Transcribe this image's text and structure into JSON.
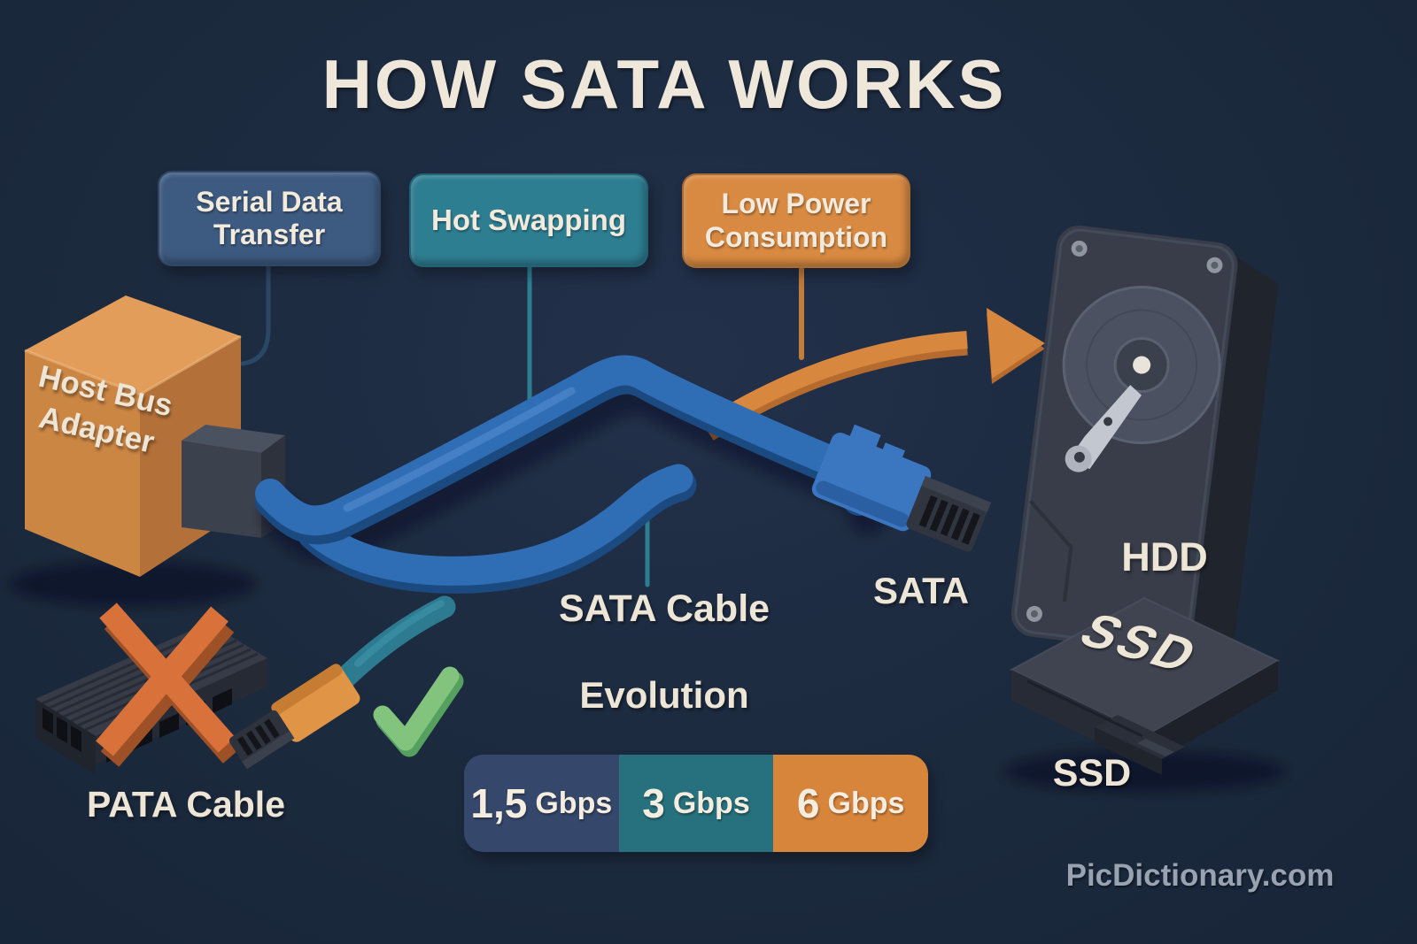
{
  "title": "HOW SATA WORKS",
  "features": [
    {
      "label": "Serial Data Transfer",
      "color": "#3D5A80"
    },
    {
      "label": "Hot Swapping",
      "color": "#2E7E92"
    },
    {
      "label": "Low Power Consumption",
      "color": "#D88A42"
    }
  ],
  "host_bus_adapter": {
    "label": "Host Bus Adapter"
  },
  "labels": {
    "sata_cable": "SATA Cable",
    "sata": "SATA",
    "hdd": "HDD",
    "ssd_engraving": "SSD",
    "ssd_caption": "SSD",
    "pata_cable": "PATA Cable"
  },
  "evolution": {
    "title": "Evolution",
    "speeds": [
      {
        "value": "1,5",
        "unit": "Gbps",
        "color": "#35486B"
      },
      {
        "value": "3",
        "unit": "Gbps",
        "color": "#26717D"
      },
      {
        "value": "6",
        "unit": "Gbps",
        "color": "#D8853C"
      }
    ]
  },
  "watermark": "PicDictionary.com",
  "colors": {
    "background": "#1C2A3E",
    "cable_blue": "#2F6DB5",
    "connector_blue": "#3B76C0",
    "arrow_orange": "#D8873E",
    "hba_orange": "#CC8644",
    "check_green": "#82C37E",
    "cross_orange": "#D9713B",
    "text_cream": "#EDE5D5"
  }
}
